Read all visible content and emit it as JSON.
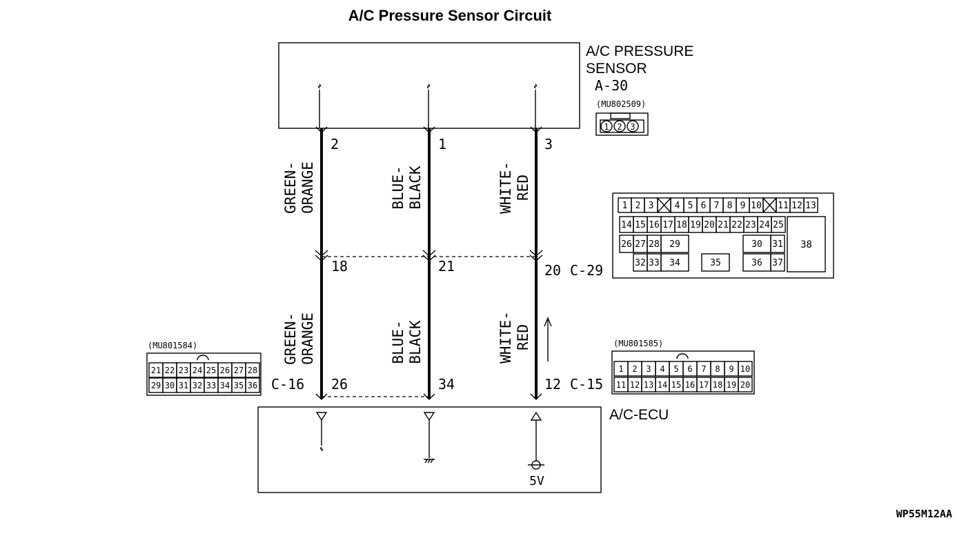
{
  "title": "A/C Pressure Sensor Circuit",
  "sensor": {
    "name_line1": "A/C PRESSURE",
    "name_line2": "SENSOR",
    "connector_id": "A-30",
    "connector_part": "(MU802509)",
    "pins": [
      "1",
      "2",
      "3"
    ]
  },
  "ecu": {
    "name": "A/C-ECU",
    "voltage": "5V"
  },
  "wires": [
    {
      "sensor_pin": "2",
      "mid_pin": "18",
      "ecu_pin": "26",
      "upper_color": [
        "GREEN-",
        "ORANGE"
      ],
      "lower_color": [
        "GREEN-",
        "ORANGE"
      ]
    },
    {
      "sensor_pin": "1",
      "mid_pin": "21",
      "ecu_pin": "34",
      "upper_color": [
        "BLUE-",
        "BLACK"
      ],
      "lower_color": [
        "BLUE-",
        "BLACK"
      ]
    },
    {
      "sensor_pin": "3",
      "mid_pin": "20",
      "ecu_pin": "12",
      "upper_color": [
        "WHITE-",
        "RED"
      ],
      "lower_color": [
        "WHITE-",
        "RED"
      ]
    }
  ],
  "connector_c29": {
    "id": "C-29",
    "row1": [
      "1",
      "2",
      "3",
      "X",
      "4",
      "5",
      "6",
      "7",
      "8",
      "9",
      "10",
      "X",
      "11",
      "12",
      "13"
    ],
    "row2": [
      "14",
      "15",
      "16",
      "17",
      "18",
      "19",
      "20",
      "21",
      "22",
      "23",
      "24",
      "25"
    ],
    "row3_left": [
      "26",
      "27",
      "28",
      "29"
    ],
    "row3_right": [
      "30",
      "31"
    ],
    "row4_left": [
      "32",
      "33",
      "34"
    ],
    "row4_mid": "35",
    "row4_right": [
      "36",
      "37"
    ],
    "big": "38"
  },
  "connector_c16": {
    "id": "C-16",
    "part": "(MU801584)",
    "row1": [
      "21",
      "22",
      "23",
      "24",
      "25",
      "26",
      "27",
      "28"
    ],
    "row2": [
      "29",
      "30",
      "31",
      "32",
      "33",
      "34",
      "35",
      "36"
    ]
  },
  "connector_c15": {
    "id": "C-15",
    "part": "(MU801585)",
    "row1": [
      "1",
      "2",
      "3",
      "4",
      "5",
      "6",
      "7",
      "8",
      "9",
      "10"
    ],
    "row2": [
      "11",
      "12",
      "13",
      "14",
      "15",
      "16",
      "17",
      "18",
      "19",
      "20"
    ]
  },
  "figure_code": "WP55M12AA"
}
